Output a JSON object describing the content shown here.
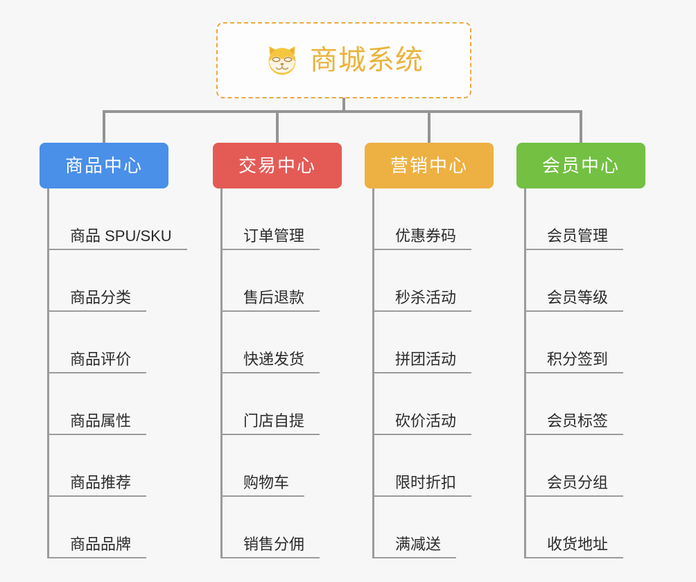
{
  "diagram": {
    "type": "mind-map",
    "root": {
      "title": "商城系统",
      "icon": "shiba-dog-icon",
      "border_color": "#e9a93f",
      "text_color": "#eab33e"
    },
    "branches": [
      {
        "id": "product-center",
        "label": "商品中心",
        "color": "#4a8fe8",
        "items": [
          "商品 SPU/SKU",
          "商品分类",
          "商品评价",
          "商品属性",
          "商品推荐",
          "商品品牌"
        ]
      },
      {
        "id": "trade-center",
        "label": "交易中心",
        "color": "#e45b56",
        "items": [
          "订单管理",
          "售后退款",
          "快递发货",
          "门店自提",
          "购物车",
          "销售分佣"
        ]
      },
      {
        "id": "marketing-center",
        "label": "营销中心",
        "color": "#edb042",
        "items": [
          "优惠券码",
          "秒杀活动",
          "拼团活动",
          "砍价活动",
          "限时折扣",
          "满减送"
        ]
      },
      {
        "id": "member-center",
        "label": "会员中心",
        "color": "#73c043",
        "items": [
          "会员管理",
          "会员等级",
          "积分签到",
          "会员标签",
          "会员分组",
          "收货地址"
        ]
      }
    ],
    "connector_color": "#949494",
    "background_color": "#f7f7f7"
  }
}
